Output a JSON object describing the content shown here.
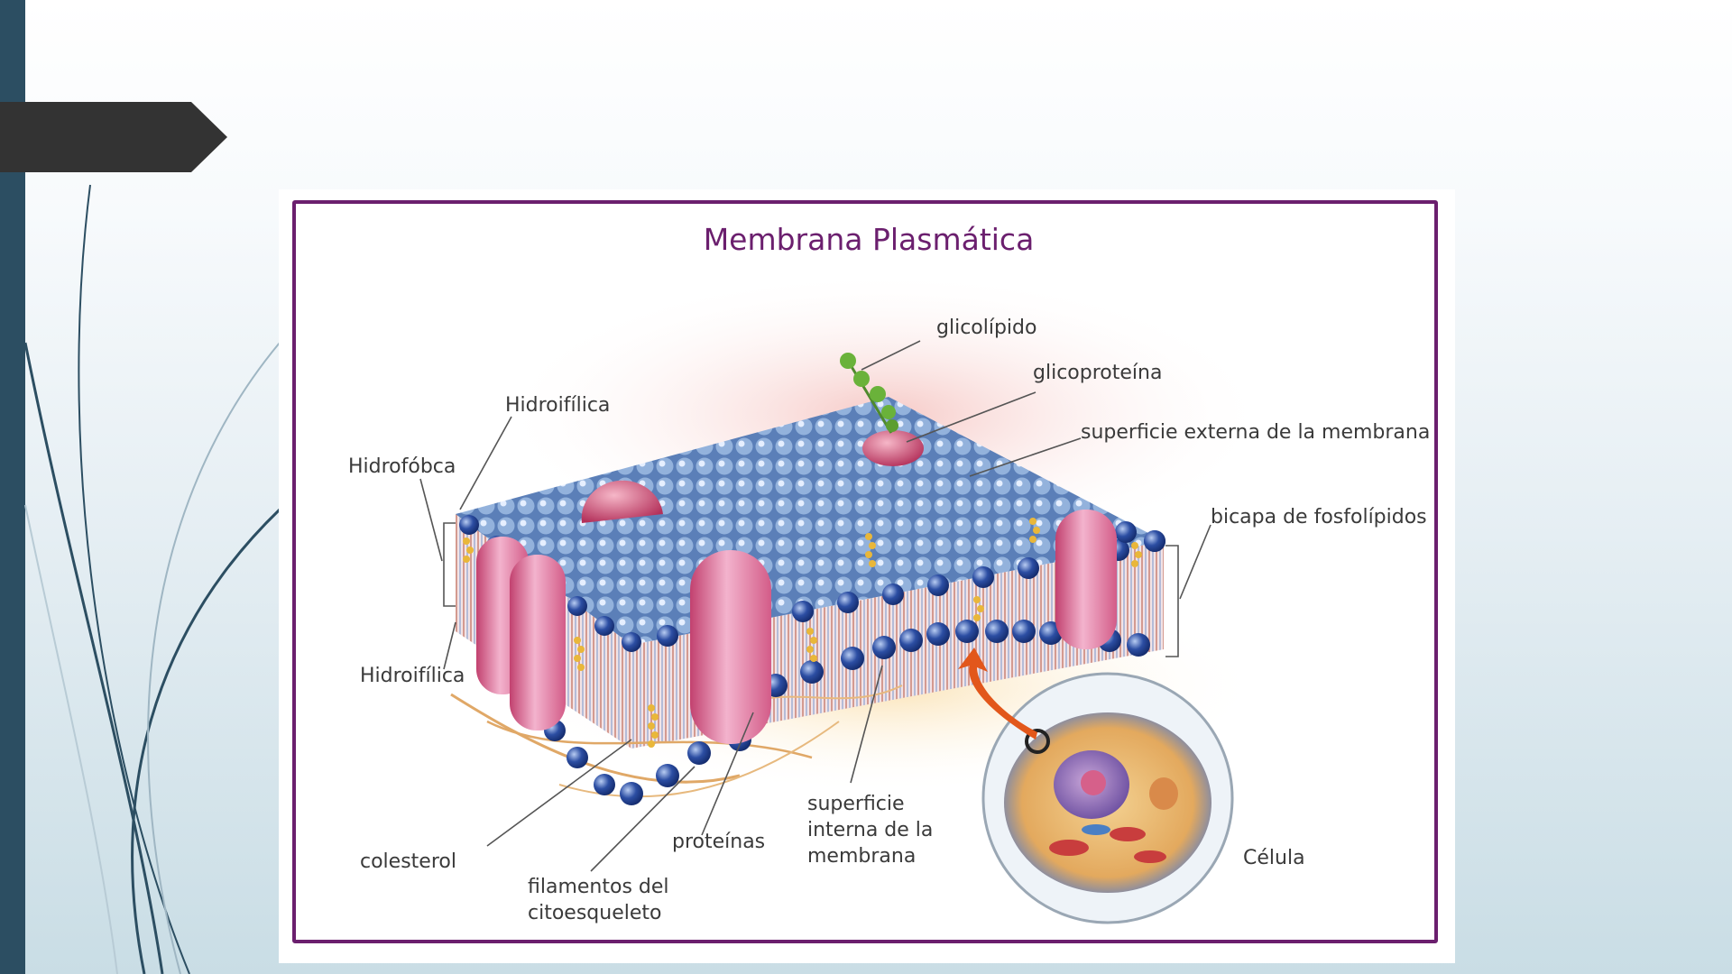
{
  "slide": {
    "colors": {
      "left_bar": "#2c4e62",
      "title_tab": "#333333",
      "frame": "#6b1f6e",
      "title_text": "#6b1f6e"
    }
  },
  "diagram": {
    "title": "Membrana Plasmática",
    "labels": {
      "glycolipid": "glicolípido",
      "glycoprotein": "glicoproteína",
      "outer_surface": "superficie externa de la membrana",
      "hydrophilic_top": "Hidroifílica",
      "hydrophobic": "Hidrofóbca",
      "phospholipid_bilayer": "bicapa de fosfolípidos",
      "hydrophilic_bottom": "Hidroifílica",
      "cholesterol": "colesterol",
      "proteins": "proteínas",
      "inner_surface": [
        "superficie",
        "interna de la",
        "membrana"
      ],
      "cytoskeleton": [
        "filamentos del",
        "citoesqueleto"
      ],
      "cell": "Célula"
    }
  }
}
